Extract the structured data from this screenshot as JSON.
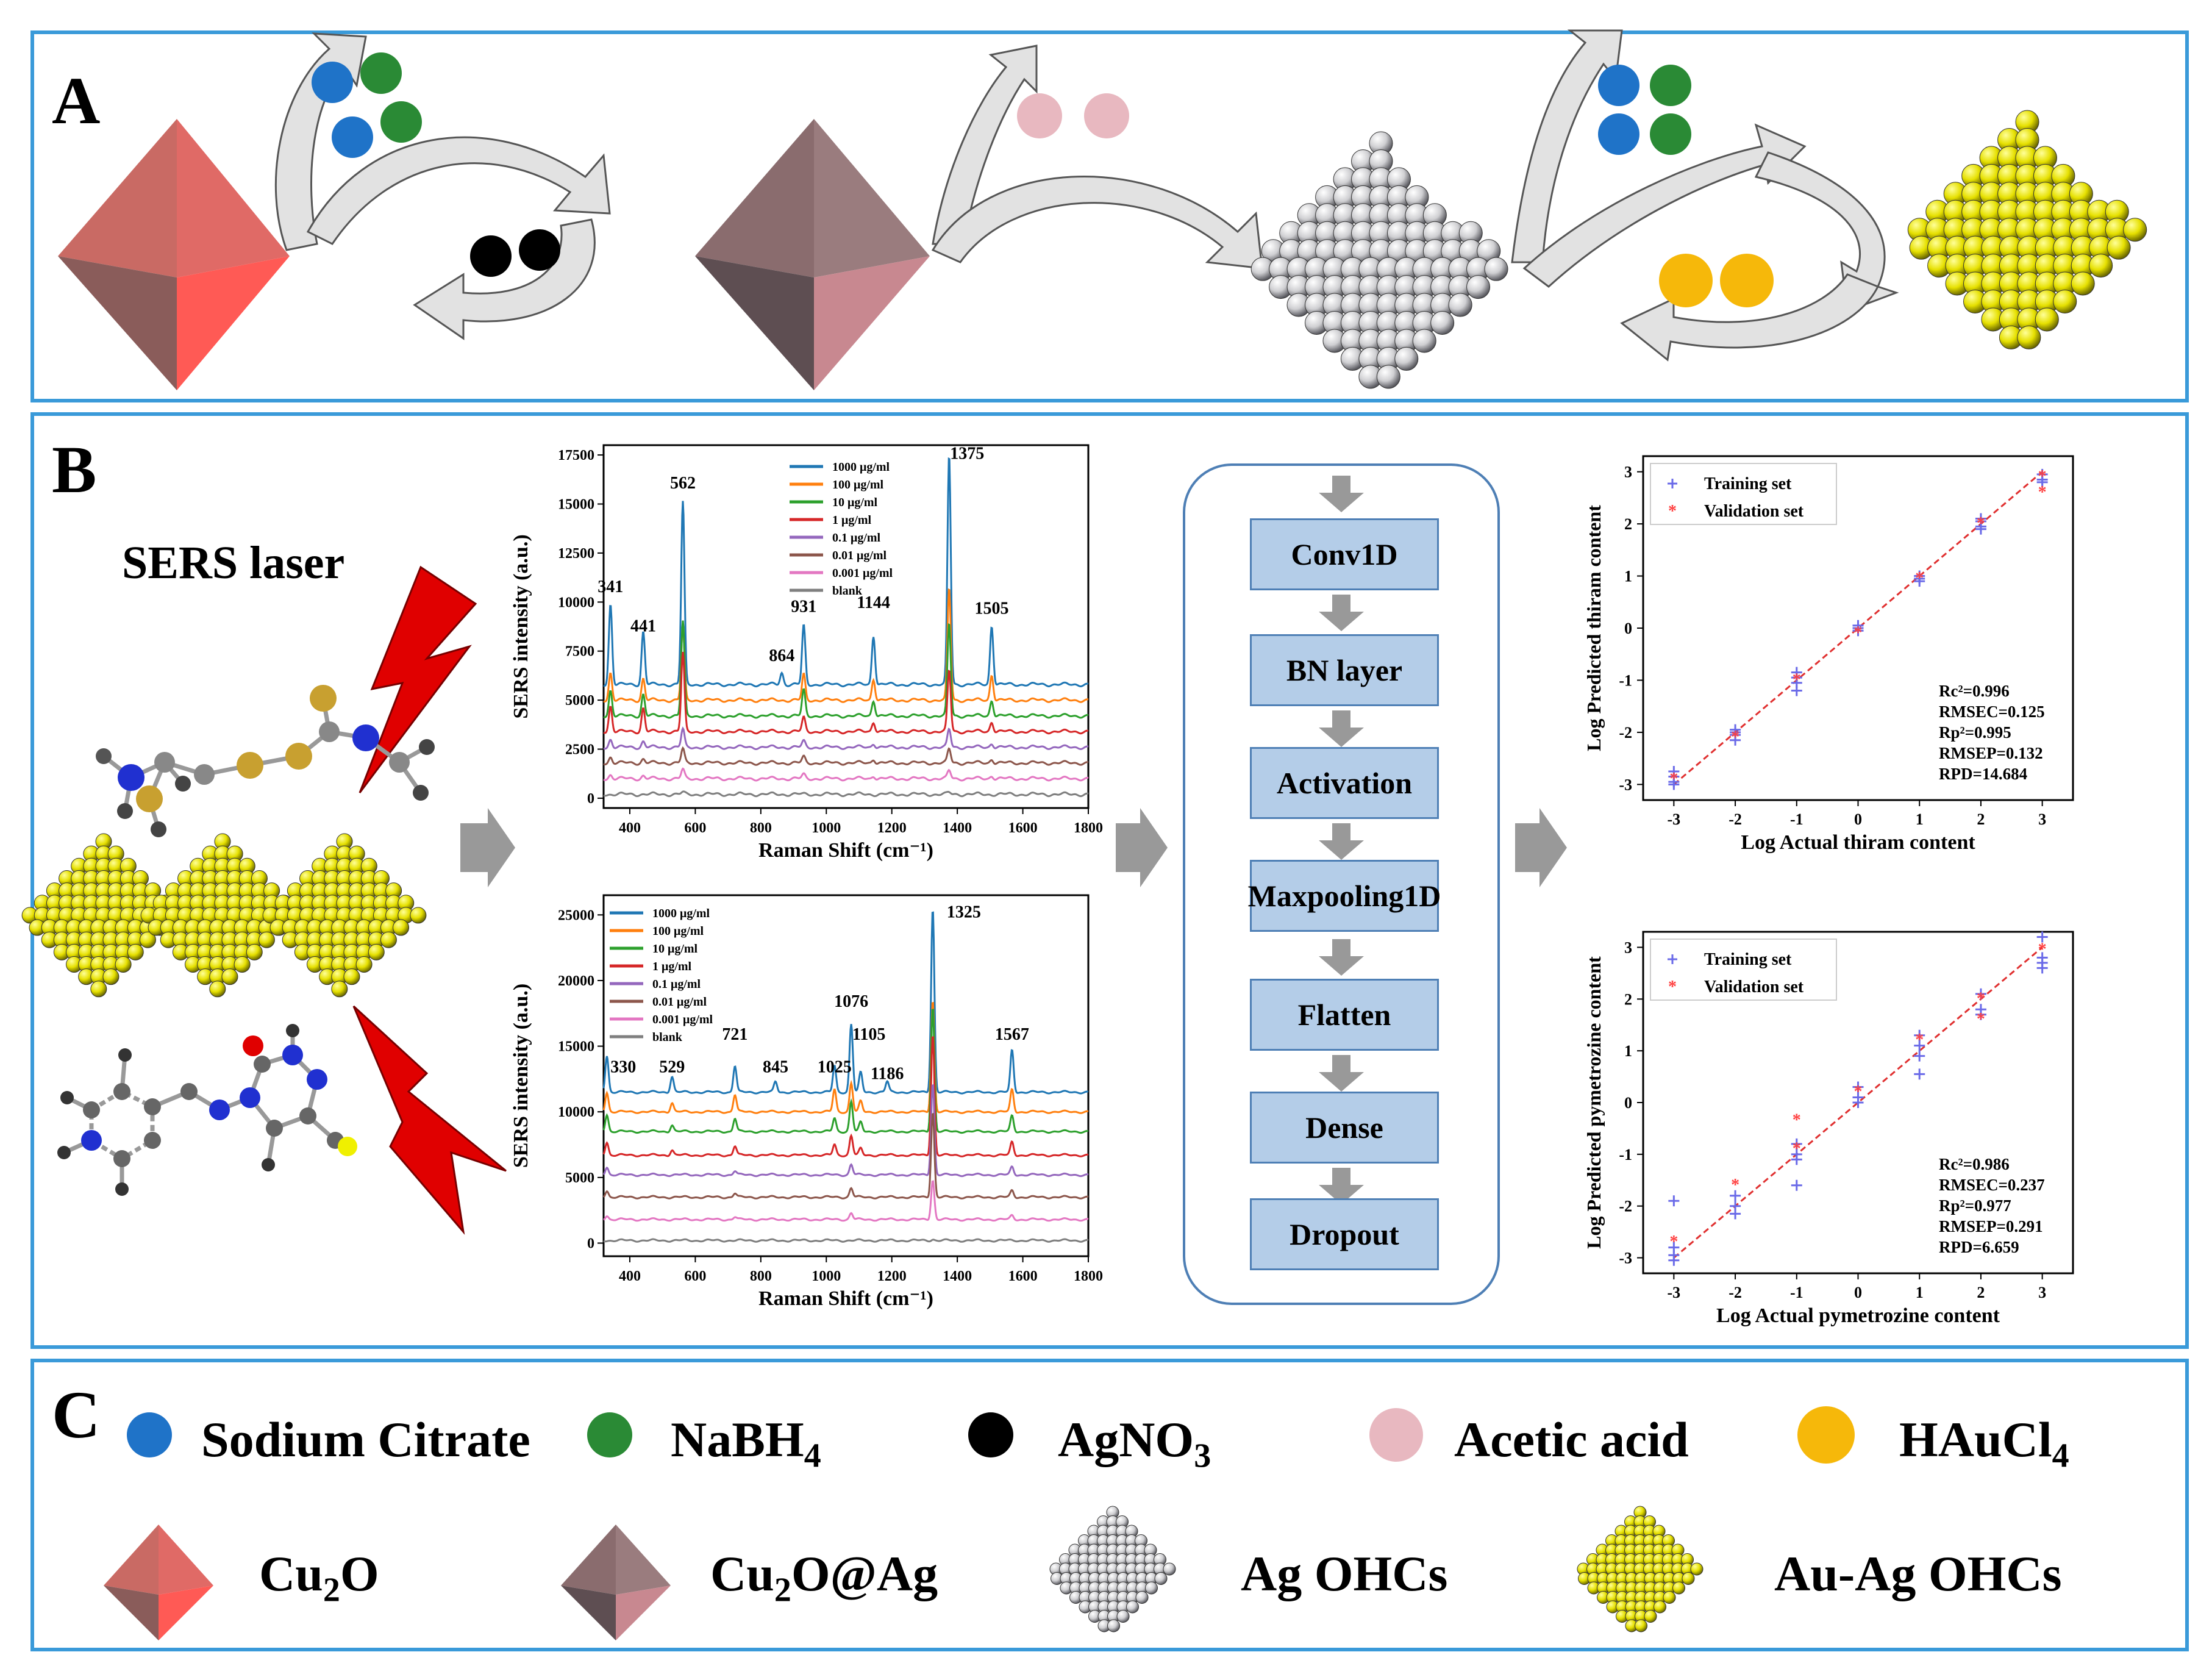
{
  "panel_labels": {
    "a": "A",
    "b": "B",
    "c": "C"
  },
  "sers_laser": "SERS  laser",
  "flow_steps": [
    "Conv1D",
    "BN layer",
    "Activation",
    "Maxpooling1D",
    "Flatten",
    "Dense",
    "Dropout"
  ],
  "legend_c": {
    "sodium_citrate": "Sodium Citrate",
    "nabh4_main": "NaBH",
    "nabh4_sub": "4",
    "agno3_main": "AgNO",
    "agno3_sub": "3",
    "acetic_acid": "Acetic acid",
    "haucl4_main": "HAuCl",
    "haucl4_sub": "4",
    "cu2o_a": "Cu",
    "cu2o_sub": "2",
    "cu2o_b": "O",
    "cu2oag_a": "Cu",
    "cu2oag_sub": "2",
    "cu2oag_b": "O@Ag",
    "ag_ohcs": "Ag OHCs",
    "auag_ohcs": "Au-Ag OHCs"
  },
  "colors": {
    "sodium_citrate": "#1f73c8",
    "nabh4": "#2a8a35",
    "agno3": "#000000",
    "acetic_acid": "#e8b8c0",
    "haucl4": "#f6b80a",
    "border": "#3a9ad9",
    "flow_fill": "#b4cde8",
    "arrow_gray": "#999999",
    "laser": "#e00000"
  },
  "chart_data": [
    {
      "type": "line",
      "id": "thiram_spectra",
      "xlabel": "Raman Shift (cm⁻¹)",
      "ylabel": "SERS intensity (a.u.)",
      "xlim": [
        320,
        1800
      ],
      "ylim": [
        -500,
        18000
      ],
      "xticks": [
        400,
        600,
        800,
        1000,
        1200,
        1400,
        1600,
        1800
      ],
      "yticks": [
        0,
        2500,
        5000,
        7500,
        10000,
        12500,
        15000,
        17500
      ],
      "legend_position": "top-center",
      "series": [
        {
          "name": "1000 μg/ml",
          "color": "#1f77b4",
          "baseline": 5800,
          "peaks": [
            [
              341,
              4100
            ],
            [
              441,
              2700
            ],
            [
              562,
              9300
            ],
            [
              864,
              600
            ],
            [
              931,
              3000
            ],
            [
              1144,
              2500
            ],
            [
              1375,
              11700
            ],
            [
              1505,
              3000
            ]
          ]
        },
        {
          "name": "100 μg/ml",
          "color": "#ff7f0e",
          "baseline": 5000,
          "peaks": [
            [
              341,
              1400
            ],
            [
              441,
              1100
            ],
            [
              562,
              3800
            ],
            [
              931,
              1300
            ],
            [
              1144,
              1100
            ],
            [
              1375,
              5700
            ],
            [
              1505,
              1300
            ]
          ]
        },
        {
          "name": "10 μg/ml",
          "color": "#2ca02c",
          "baseline": 4200,
          "peaks": [
            [
              341,
              1300
            ],
            [
              441,
              1100
            ],
            [
              562,
              4800
            ],
            [
              931,
              1300
            ],
            [
              1144,
              800
            ],
            [
              1375,
              4700
            ],
            [
              1505,
              800
            ]
          ]
        },
        {
          "name": "1 μg/ml",
          "color": "#d62728",
          "baseline": 3400,
          "peaks": [
            [
              341,
              1300
            ],
            [
              441,
              1200
            ],
            [
              562,
              4000
            ],
            [
              931,
              700
            ],
            [
              1144,
              500
            ],
            [
              1375,
              3100
            ],
            [
              1505,
              500
            ]
          ]
        },
        {
          "name": "0.1 μg/ml",
          "color": "#9467bd",
          "baseline": 2600,
          "peaks": [
            [
              341,
              400
            ],
            [
              441,
              300
            ],
            [
              562,
              900
            ],
            [
              931,
              300
            ],
            [
              1144,
              200
            ],
            [
              1375,
              900
            ],
            [
              1505,
              200
            ]
          ]
        },
        {
          "name": "0.01 μg/ml",
          "color": "#8c564b",
          "baseline": 1800,
          "peaks": [
            [
              341,
              300
            ],
            [
              441,
              200
            ],
            [
              562,
              700
            ],
            [
              931,
              300
            ],
            [
              1144,
              200
            ],
            [
              1375,
              700
            ],
            [
              1505,
              200
            ]
          ]
        },
        {
          "name": "0.001 μg/ml",
          "color": "#e377c2",
          "baseline": 1000,
          "peaks": [
            [
              341,
              200
            ],
            [
              441,
              150
            ],
            [
              562,
              450
            ],
            [
              931,
              200
            ],
            [
              1144,
              150
            ],
            [
              1375,
              400
            ],
            [
              1505,
              150
            ]
          ]
        },
        {
          "name": "blank",
          "color": "#7f7f7f",
          "baseline": 200,
          "peaks": [
            [
              562,
              80
            ],
            [
              1375,
              80
            ]
          ]
        }
      ],
      "peak_labels": [
        [
          "341",
          341,
          10500
        ],
        [
          "441",
          441,
          8500
        ],
        [
          "562",
          562,
          15800
        ],
        [
          "864",
          864,
          7000
        ],
        [
          "931",
          931,
          9500
        ],
        [
          "1144",
          1144,
          9700
        ],
        [
          "1375",
          1430,
          17300
        ],
        [
          "1505",
          1505,
          9400
        ]
      ]
    },
    {
      "type": "line",
      "id": "pymetrozine_spectra",
      "xlabel": "Raman Shift (cm⁻¹)",
      "ylabel": "SERS intensity (a.u.)",
      "xlim": [
        320,
        1800
      ],
      "ylim": [
        -1000,
        26500
      ],
      "xticks": [
        400,
        600,
        800,
        1000,
        1200,
        1400,
        1600,
        1800
      ],
      "yticks": [
        0,
        5000,
        10000,
        15000,
        20000,
        25000
      ],
      "legend_position": "top-left",
      "series": [
        {
          "name": "1000 μg/ml",
          "color": "#1f77b4",
          "baseline": 11500,
          "peaks": [
            [
              330,
              2800
            ],
            [
              529,
              1200
            ],
            [
              721,
              2000
            ],
            [
              845,
              800
            ],
            [
              1025,
              2000
            ],
            [
              1076,
              5200
            ],
            [
              1105,
              1500
            ],
            [
              1186,
              800
            ],
            [
              1325,
              14000
            ],
            [
              1567,
              3200
            ]
          ]
        },
        {
          "name": "100 μg/ml",
          "color": "#ff7f0e",
          "baseline": 10000,
          "peaks": [
            [
              330,
              1500
            ],
            [
              529,
              700
            ],
            [
              721,
              1300
            ],
            [
              1025,
              1700
            ],
            [
              1076,
              2200
            ],
            [
              1105,
              800
            ],
            [
              1325,
              8500
            ],
            [
              1567,
              1700
            ]
          ]
        },
        {
          "name": "10 μg/ml",
          "color": "#2ca02c",
          "baseline": 8500,
          "peaks": [
            [
              330,
              1300
            ],
            [
              529,
              500
            ],
            [
              721,
              1000
            ],
            [
              1025,
              1000
            ],
            [
              1076,
              2300
            ],
            [
              1105,
              700
            ],
            [
              1325,
              9500
            ],
            [
              1567,
              1200
            ]
          ]
        },
        {
          "name": "1 μg/ml",
          "color": "#d62728",
          "baseline": 6700,
          "peaks": [
            [
              330,
              1000
            ],
            [
              529,
              400
            ],
            [
              721,
              700
            ],
            [
              1025,
              800
            ],
            [
              1076,
              1500
            ],
            [
              1105,
              500
            ],
            [
              1325,
              9200
            ],
            [
              1567,
              1000
            ]
          ]
        },
        {
          "name": "0.1 μg/ml",
          "color": "#9467bd",
          "baseline": 5200,
          "peaks": [
            [
              330,
              600
            ],
            [
              721,
              300
            ],
            [
              1076,
              800
            ],
            [
              1325,
              7000
            ],
            [
              1567,
              600
            ]
          ]
        },
        {
          "name": "0.01 μg/ml",
          "color": "#8c564b",
          "baseline": 3500,
          "peaks": [
            [
              330,
              500
            ],
            [
              721,
              300
            ],
            [
              1076,
              700
            ],
            [
              1325,
              6500
            ],
            [
              1567,
              500
            ]
          ]
        },
        {
          "name": "0.001 μg/ml",
          "color": "#e377c2",
          "baseline": 1800,
          "peaks": [
            [
              330,
              300
            ],
            [
              721,
              200
            ],
            [
              1076,
              500
            ],
            [
              1325,
              3000
            ],
            [
              1567,
              300
            ]
          ]
        },
        {
          "name": "blank",
          "color": "#7f7f7f",
          "baseline": 200,
          "peaks": [
            [
              1325,
              100
            ]
          ]
        }
      ],
      "peak_labels": [
        [
          "330",
          380,
          13000
        ],
        [
          "529",
          529,
          13000
        ],
        [
          "721",
          721,
          15500
        ],
        [
          "845",
          845,
          13000
        ],
        [
          "1025",
          1025,
          13000
        ],
        [
          "1076",
          1076,
          18000
        ],
        [
          "1105",
          1130,
          15500
        ],
        [
          "1186",
          1186,
          12500
        ],
        [
          "1325",
          1420,
          24800
        ],
        [
          "1567",
          1567,
          15500
        ]
      ]
    },
    {
      "type": "scatter",
      "id": "thiram_prediction",
      "xlabel": "Log Actual thiram content",
      "ylabel": "Log Predicted thiram content",
      "xlim": [
        -3.5,
        3.5
      ],
      "ylim": [
        -3.3,
        3.3
      ],
      "xticks": [
        -3,
        -2,
        -1,
        0,
        1,
        2,
        3
      ],
      "yticks": [
        -3,
        -2,
        -1,
        0,
        1,
        2,
        3
      ],
      "legend_position": "top-left",
      "series": [
        {
          "name": "Training set",
          "color": "#6a6ae8",
          "marker": "plus",
          "points": [
            [
              -3,
              -2.75
            ],
            [
              -3,
              -2.85
            ],
            [
              -3,
              -2.95
            ],
            [
              -3,
              -3.0
            ],
            [
              -2,
              -1.95
            ],
            [
              -2,
              -2.05
            ],
            [
              -2,
              -2.15
            ],
            [
              -2,
              -2.0
            ],
            [
              -1,
              -0.85
            ],
            [
              -1,
              -0.95
            ],
            [
              -1,
              -1.05
            ],
            [
              -1,
              -1.2
            ],
            [
              0,
              0.05
            ],
            [
              0,
              -0.05
            ],
            [
              0,
              0.0
            ],
            [
              1,
              1.0
            ],
            [
              1,
              0.95
            ],
            [
              1,
              0.9
            ],
            [
              2,
              2.05
            ],
            [
              2,
              1.95
            ],
            [
              2,
              1.9
            ],
            [
              2,
              2.1
            ],
            [
              3,
              2.85
            ],
            [
              3,
              2.95
            ],
            [
              3,
              2.8
            ]
          ]
        },
        {
          "name": "Validation set",
          "color": "#ff4040",
          "marker": "star",
          "points": [
            [
              -3,
              -2.9
            ],
            [
              -2,
              -2.1
            ],
            [
              -1,
              -1.0
            ],
            [
              0,
              -0.1
            ],
            [
              1,
              0.95
            ],
            [
              2,
              2.0
            ],
            [
              3,
              2.6
            ],
            [
              3,
              2.9
            ]
          ]
        }
      ],
      "fit_line": [
        [
          -3,
          -3
        ],
        [
          3,
          3
        ]
      ],
      "stats": [
        "Rc²=0.996",
        "RMSEC=0.125",
        "Rp²=0.995",
        "RMSEP=0.132",
        "RPD=14.684"
      ]
    },
    {
      "type": "scatter",
      "id": "pymetrozine_prediction",
      "xlabel": "Log Actual pymetrozine content",
      "ylabel": "Log Predicted pymetrozine content",
      "xlim": [
        -3.5,
        3.5
      ],
      "ylim": [
        -3.3,
        3.3
      ],
      "xticks": [
        -3,
        -2,
        -1,
        0,
        1,
        2,
        3
      ],
      "yticks": [
        -3,
        -2,
        -1,
        0,
        1,
        2,
        3
      ],
      "legend_position": "top-left",
      "series": [
        {
          "name": "Training set",
          "color": "#6a6ae8",
          "marker": "plus",
          "points": [
            [
              -3,
              -1.9
            ],
            [
              -3,
              -2.8
            ],
            [
              -3,
              -2.95
            ],
            [
              -3,
              -3.05
            ],
            [
              -2,
              -1.8
            ],
            [
              -2,
              -2.0
            ],
            [
              -2,
              -2.15
            ],
            [
              -1,
              -0.8
            ],
            [
              -1,
              -1.0
            ],
            [
              -1,
              -1.1
            ],
            [
              -1,
              -1.6
            ],
            [
              0,
              0.3
            ],
            [
              0,
              0.1
            ],
            [
              0,
              0.0
            ],
            [
              1,
              1.3
            ],
            [
              1,
              1.1
            ],
            [
              1,
              0.9
            ],
            [
              1,
              0.55
            ],
            [
              2,
              2.1
            ],
            [
              2,
              1.8
            ],
            [
              2,
              1.7
            ],
            [
              3,
              3.2
            ],
            [
              3,
              2.8
            ],
            [
              3,
              2.6
            ],
            [
              3,
              2.7
            ]
          ]
        },
        {
          "name": "Validation set",
          "color": "#ff4040",
          "marker": "star",
          "points": [
            [
              -3,
              -2.7
            ],
            [
              -2,
              -1.6
            ],
            [
              -1,
              -0.35
            ],
            [
              -1,
              -0.9
            ],
            [
              0,
              0.2
            ],
            [
              1,
              1.2
            ],
            [
              2,
              2.0
            ],
            [
              2,
              1.6
            ],
            [
              3,
              2.95
            ]
          ]
        }
      ],
      "fit_line": [
        [
          -3,
          -3
        ],
        [
          3,
          3
        ]
      ],
      "stats": [
        "Rc²=0.986",
        "RMSEC=0.237",
        "Rp²=0.977",
        "RMSEP=0.291",
        "RPD=6.659"
      ]
    }
  ]
}
